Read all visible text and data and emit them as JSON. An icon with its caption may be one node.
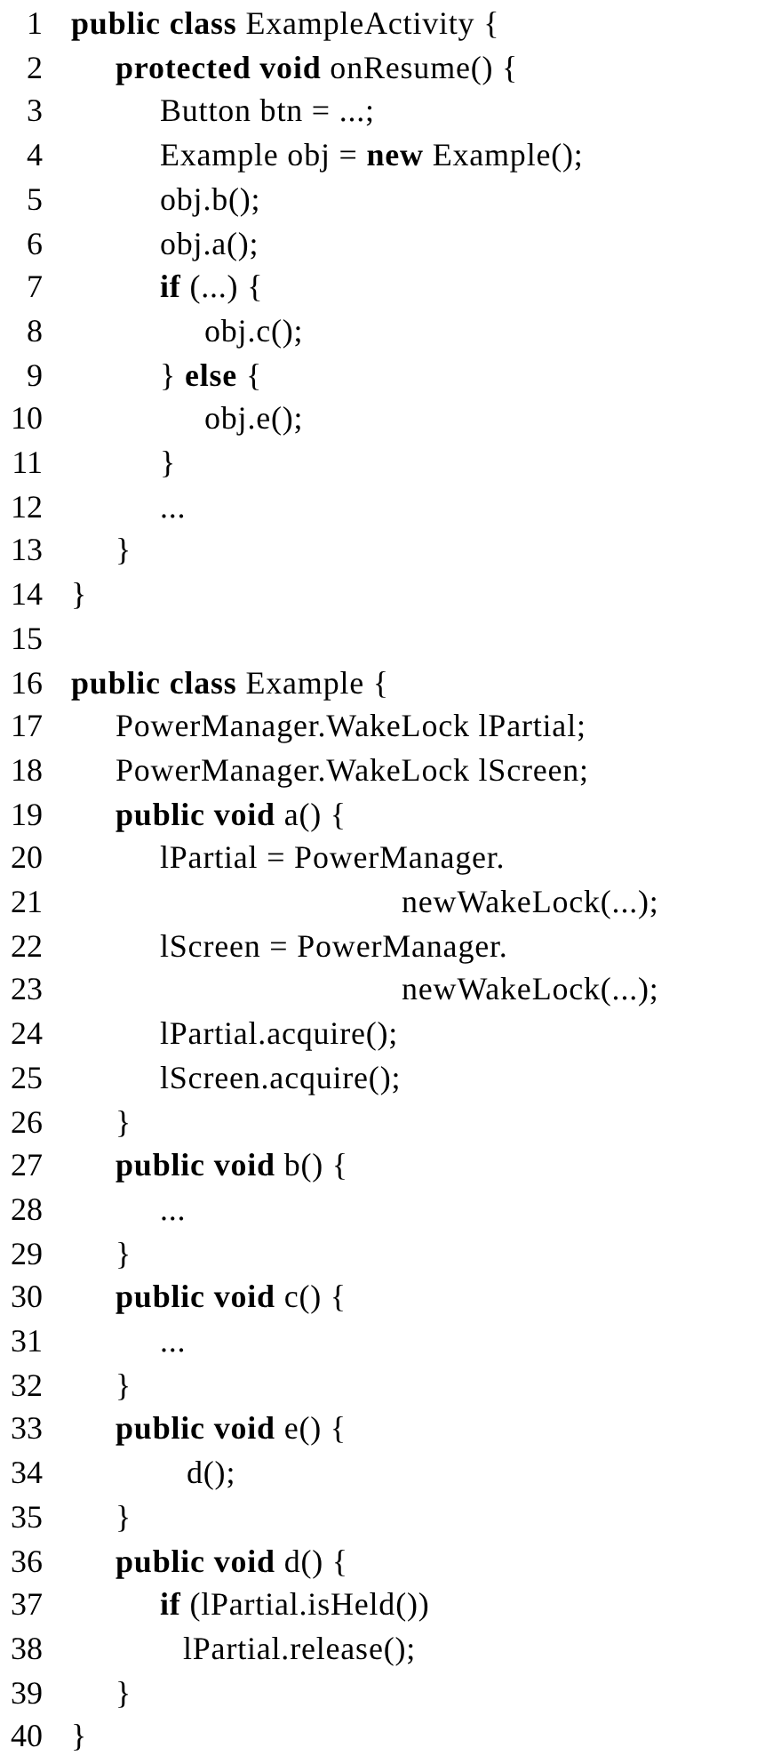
{
  "diagram": {
    "labels": [
      "1",
      "**public class** ExampleActivity {",
      "2",
      "**protected void** onResume() {",
      "3",
      "Button btn = ...;",
      "4",
      "Example obj = **new** Example();",
      "5",
      "obj.b();",
      "6",
      "obj.a();",
      "7",
      "**if** (...) {",
      "8",
      "obj.c();",
      "9",
      "} **else** {",
      "10",
      "obj.e();",
      "11",
      "}",
      "12",
      "...",
      "13",
      "}",
      "14",
      "}",
      "15",
      "16",
      "**public class** Example {",
      "17",
      "PowerManager.WakeLock lPartial;",
      "18",
      "PowerManager.WakeLock lScreen;",
      "19",
      "**public void** a() {",
      "20",
      "lPartial = PowerManager.",
      "21",
      "newWakeLock(...);",
      "22",
      "lScreen = PowerManager.",
      "23",
      "newWakeLock(...);",
      "24",
      "lPartial.acquire();",
      "25",
      "lScreen.acquire();",
      "26",
      "}",
      "27",
      "**public void** b() {",
      "28",
      "...",
      "29",
      "}",
      "30",
      "**public void** c() {",
      "31",
      "...",
      "32",
      "}",
      "33",
      "**public void** e() {",
      "34",
      "d();",
      "35",
      "}",
      "36",
      "**public void** d() {",
      "37",
      "**if** (lPartial.isHeld())",
      "38",
      "lPartial.release();",
      "39",
      "}",
      "40",
      "}"
    ]
  }
}
